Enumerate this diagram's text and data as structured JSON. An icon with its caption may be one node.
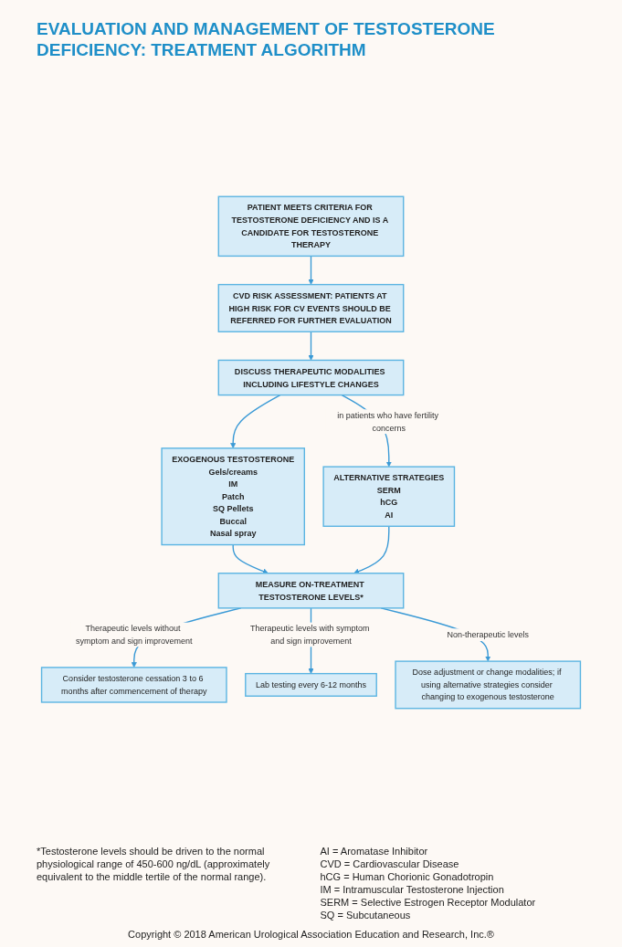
{
  "diagram": {
    "title": "EVALUATION AND MANAGEMENT OF TESTOSTERONE DEFICIENCY: TREATMENT ALGORITHM",
    "nodes": [
      {
        "text": [
          "PATIENT MEETS CRITERIA FOR TESTOSTERONE DEFICIENCY AND IS A CANDIDATE FOR TESTOSTERONE THERAPY"
        ]
      },
      {
        "text": [
          "CVD RISK ASSESSMENT: PATIENTS AT HIGH RISK FOR CV EVENTS SHOULD BE REFERRED FOR FURTHER EVALUATION"
        ]
      },
      {
        "text": [
          "DISCUSS THERAPEUTIC MODALITIES INCLUDING LIFESTYLE CHANGES"
        ]
      },
      {
        "text": [
          "EXOGENOUS TESTOSTERONE",
          "Gels/creams",
          "IM",
          "Patch",
          "SQ Pellets",
          "Buccal",
          "Nasal spray"
        ]
      },
      {
        "text": [
          "ALTERNATIVE STRATEGIES",
          "SERM",
          "hCG",
          "AI"
        ]
      },
      {
        "text": [
          "MEASURE ON-TREATMENT TESTOSTERONE LEVELS*"
        ]
      },
      {
        "text": [
          "Consider testosterone cessation 3 to 6 months after commencement of therapy"
        ]
      },
      {
        "text": [
          "Lab testing every 6-12 months"
        ]
      },
      {
        "text": [
          "Dose adjustment or change modalities; if using alternative strategies consider changing to exogenous testosterone"
        ]
      }
    ],
    "edges": [
      {
        "from": 0,
        "to": 1,
        "arrow": "to"
      },
      {
        "from": 1,
        "to": 2,
        "arrow": "to"
      },
      {
        "from": 2,
        "to": 3,
        "arrow": "to"
      },
      {
        "from": 2,
        "to": 4,
        "arrow": "to",
        "label": "in patients who have fertility concerns"
      },
      {
        "from": 3,
        "to": 5,
        "arrow": "to"
      },
      {
        "from": 4,
        "to": 5,
        "arrow": "to"
      },
      {
        "from": 5,
        "to": 6,
        "arrow": "to",
        "label": "Therapeutic levels without symptom and sign improvement"
      },
      {
        "from": 5,
        "to": 7,
        "arrow": "to",
        "label": "Therapeutic levels with symptom and sign improvement"
      },
      {
        "from": 5,
        "to": 8,
        "arrow": "to",
        "label": "Non-therapeutic levels"
      }
    ],
    "labels": [
      "*Testosterone levels should be driven to the normal physiological range of 450-600 ng/dL (approximately equivalent to the middle tertile of the normal range).",
      "AI = Aromatase Inhibitor",
      "CVD = Cardiovascular Disease",
      "hCG = Human Chorionic Gonadotropin",
      "IM = Intramuscular Testosterone Injection",
      "SERM = Selective Estrogen Receptor Modulator",
      "SQ = Subcutaneous"
    ],
    "caption": "Copyright © 2018 American Urological Association Education and Research, Inc.®"
  }
}
